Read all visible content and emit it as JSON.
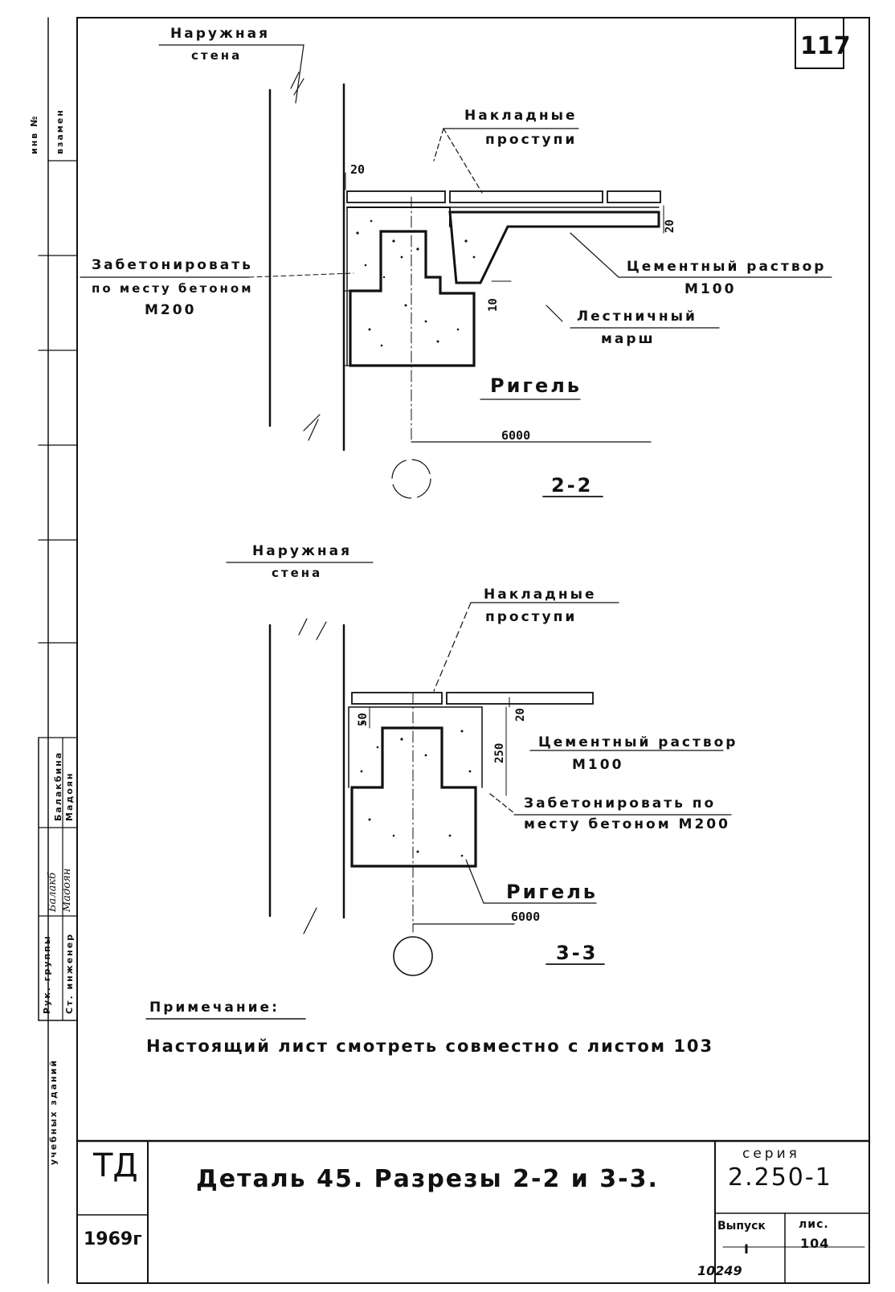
{
  "sheet": {
    "page_number": "117",
    "bottom_code": "10249"
  },
  "section_2_2": {
    "outer_wall_line1": "Наружная",
    "outer_wall_line2": "стена",
    "steps_line1": "Накладные",
    "steps_line2": "проступи",
    "concrete_line1": "Забетонировать",
    "concrete_line2": "по месту бетоном",
    "concrete_line3": "М200",
    "mortar_line1": "Цементный раствор",
    "mortar_line2": "М100",
    "flight_line1": "Лестничный",
    "flight_line2": "марш",
    "girder": "Ригель",
    "span": "6000",
    "dim_20_top": "20",
    "dim_20_side": "20",
    "dim_10": "10",
    "title": "2-2"
  },
  "section_3_3": {
    "outer_wall_line1": "Наружная",
    "outer_wall_line2": "стена",
    "steps_line1": "Накладные",
    "steps_line2": "проступи",
    "mortar_line1": "Цементный раствор",
    "mortar_line2": "М100",
    "concrete_line1": "Забетонировать по",
    "concrete_line2": "месту бетоном М200",
    "girder": "Ригель",
    "span": "6000",
    "dim_50": "50",
    "dim_250": "250",
    "dim_20": "20",
    "title": "3-3"
  },
  "note": {
    "heading": "Примечание:",
    "text": "Настоящий лист смотреть совместно с листом 103"
  },
  "title_block": {
    "org": "ТД",
    "year": "1969г",
    "title": "Деталь 45.   Разрезы 2-2 и 3-3.",
    "series_label": "серия",
    "series_value": "2.250-1",
    "issue_label": "Выпуск",
    "issue_value": "I",
    "sheet_label": "лис.",
    "sheet_value": "104"
  },
  "side_stamp": {
    "inv_label": "инв №",
    "replace_label": "взамен",
    "group_head": "Рук. группы",
    "senior_eng": "Ст. инженер",
    "name1": "Балакбина",
    "name2": "Мадоян",
    "sign1": "Балакб",
    "sign2": "Мадоян",
    "dept": "учебных зданий"
  }
}
